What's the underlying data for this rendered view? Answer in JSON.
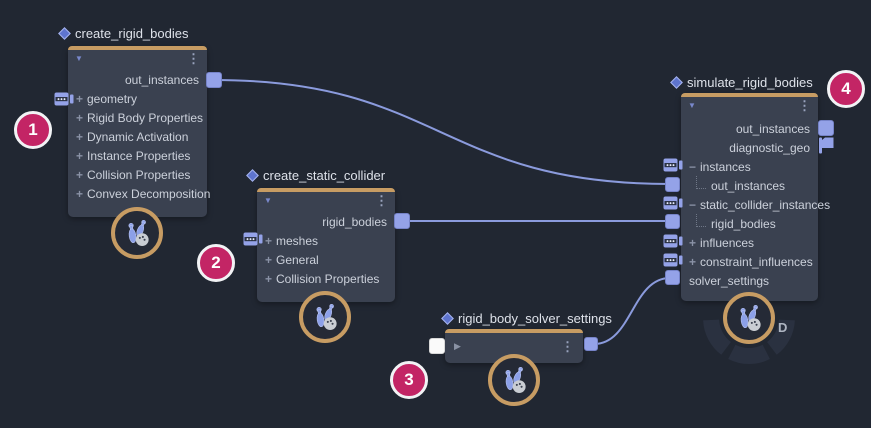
{
  "app": {
    "name": "visual-node-graph-editor"
  },
  "colors": {
    "background": "#212732",
    "node_body": "#3a4150",
    "node_header_bar": "#c79c63",
    "wire": "#8b9bdd",
    "connector": "#94a2e8",
    "badge": "#c32565",
    "type_icon_ring": "#c79c63"
  },
  "icons": {
    "collapse_expanded": "▼",
    "collapse_collapsed": "▶",
    "menu": "⋮"
  },
  "badges": [
    {
      "label": "1"
    },
    {
      "label": "2"
    },
    {
      "label": "3"
    },
    {
      "label": "4"
    }
  ],
  "nodes": {
    "create_rigid_bodies": {
      "title": "create_rigid_bodies",
      "outputs": [
        {
          "label": "out_instances"
        }
      ],
      "inputs": [
        {
          "label": "geometry",
          "expander": "+"
        },
        {
          "label": "Rigid Body Properties",
          "expander": "+"
        },
        {
          "label": "Dynamic Activation",
          "expander": "+"
        },
        {
          "label": "Instance Properties",
          "expander": "+"
        },
        {
          "label": "Collision Properties",
          "expander": "+"
        },
        {
          "label": "Convex Decomposition",
          "expander": "+"
        }
      ]
    },
    "create_static_collider": {
      "title": "create_static_collider",
      "outputs": [
        {
          "label": "rigid_bodies"
        }
      ],
      "inputs": [
        {
          "label": "meshes",
          "expander": "+"
        },
        {
          "label": "General",
          "expander": "+"
        },
        {
          "label": "Collision Properties",
          "expander": "+"
        }
      ]
    },
    "rigid_body_solver_settings": {
      "title": "rigid_body_solver_settings",
      "collapsed": true
    },
    "simulate_rigid_bodies": {
      "title": "simulate_rigid_bodies",
      "outputs": [
        {
          "label": "out_instances"
        },
        {
          "label": "diagnostic_geo"
        }
      ],
      "inputs": [
        {
          "label": "instances",
          "expander": "−"
        },
        {
          "label": "out_instances",
          "expander": "",
          "sub": true
        },
        {
          "label": "static_collider_instances",
          "expander": "−"
        },
        {
          "label": "rigid_bodies",
          "expander": "",
          "sub": true
        },
        {
          "label": "influences",
          "expander": "+"
        },
        {
          "label": "constraint_influences",
          "expander": "+"
        },
        {
          "label": "solver_settings",
          "expander": ""
        }
      ],
      "state_letter": "D"
    }
  },
  "edges": [
    {
      "from": "create_rigid_bodies.out_instances",
      "to": "simulate_rigid_bodies.instances.out_instances"
    },
    {
      "from": "create_static_collider.rigid_bodies",
      "to": "simulate_rigid_bodies.static_collider_instances.rigid_bodies"
    },
    {
      "from": "rigid_body_solver_settings.output",
      "to": "simulate_rigid_bodies.solver_settings"
    }
  ]
}
